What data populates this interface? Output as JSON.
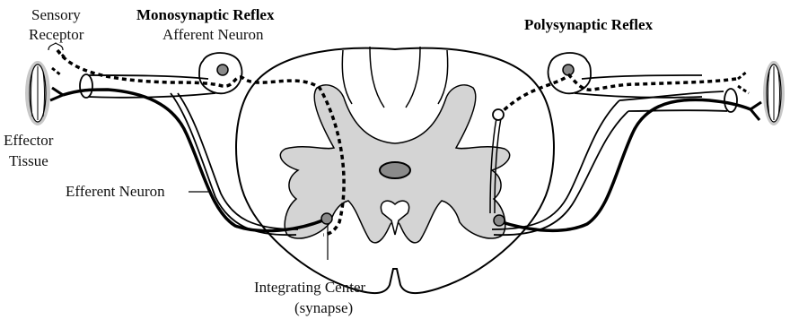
{
  "titles": {
    "mono": "Monosynaptic Reflex",
    "poly": "Polysynaptic Reflex"
  },
  "labels": {
    "sensory_line1": "Sensory",
    "sensory_line2": "Receptor",
    "afferent": "Afferent Neuron",
    "effector_line1": "Effector",
    "effector_line2": "Tissue",
    "efferent": "Efferent Neuron",
    "integrating_line1": "Integrating Center",
    "integrating_line2": "(synapse)"
  },
  "colors": {
    "outline": "#000000",
    "gray_matter": "#d4d4d4",
    "cell_body": "#8a8a8a",
    "muscle": "#c8c8c8",
    "background": "#ffffff"
  }
}
